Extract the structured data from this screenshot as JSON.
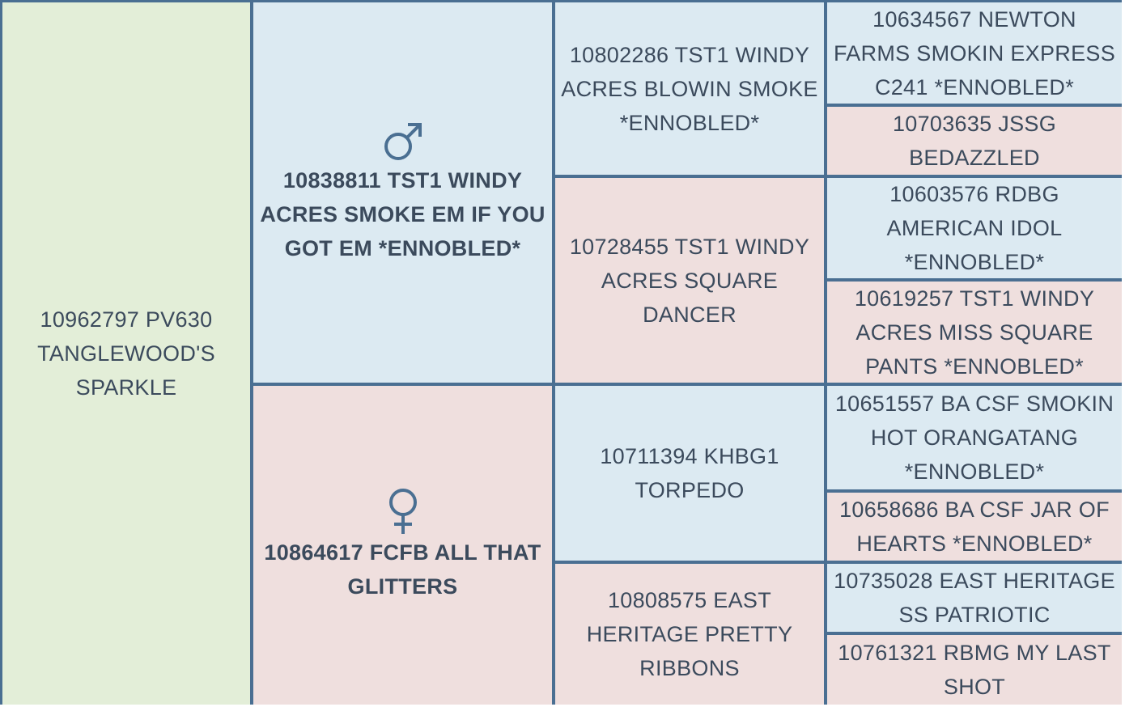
{
  "pedigree": {
    "subject": "10962797 PV630 TANGLEWOOD'S SPARKLE",
    "sire": {
      "symbol_icon": "male-symbol-icon",
      "name": "10838811 TST1 WINDY ACRES SMOKE EM IF YOU GOT EM *ENNOBLED*",
      "sire": {
        "name": "10802286 TST1 WINDY ACRES BLOWIN SMOKE *ENNOBLED*",
        "sire": "10634567 NEWTON FARMS SMOKIN EXPRESS C241 *ENNOBLED*",
        "dam": "10703635 JSSG BEDAZZLED"
      },
      "dam": {
        "name": "10728455 TST1 WINDY ACRES SQUARE DANCER",
        "sire": "10603576 RDBG AMERICAN IDOL *ENNOBLED*",
        "dam": "10619257 TST1 WINDY ACRES MISS SQUARE PANTS *ENNOBLED*"
      }
    },
    "dam": {
      "symbol_icon": "female-symbol-icon",
      "name": "10864617 FCFB ALL THAT GLITTERS",
      "sire": {
        "name": "10711394 KHBG1 TORPEDO",
        "sire": "10651557 BA CSF SMOKIN HOT ORANGATANG *ENNOBLED*",
        "dam": "10658686 BA CSF JAR OF HEARTS *ENNOBLED*"
      },
      "dam": {
        "name": "10808575 EAST HERITAGE PRETTY RIBBONS",
        "sire": "10735028 EAST HERITAGE SS PATRIOTIC",
        "dam": "10761321 RBMG MY LAST SHOT"
      }
    }
  },
  "colors": {
    "subject_bg": "#e3eed8",
    "male_bg": "#dceaf2",
    "female_bg": "#efdfde",
    "border": "#4a6f92",
    "text": "#3b4a5c"
  }
}
